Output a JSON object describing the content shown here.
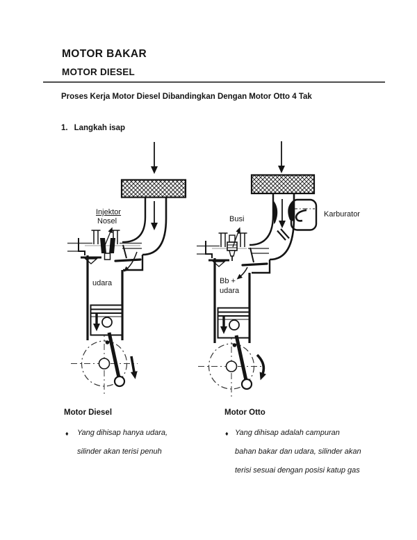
{
  "page": {
    "title": "MOTOR BAKAR",
    "subtitle": "MOTOR DIESEL",
    "heading": "Proses Kerja Motor Diesel Dibandingkan Dengan Motor Otto 4 Tak",
    "section": {
      "number": "1.",
      "title": "Langkah isap"
    }
  },
  "diagrams": {
    "diesel": {
      "injector_label_line1": "Injektor",
      "injector_label_line2": "Nosel",
      "cylinder_content": "udara"
    },
    "otto": {
      "spark_plug_label": "Busi",
      "carburetor_label": "Karburator",
      "cylinder_content_line1": "Bb +",
      "cylinder_content_line2": "udara"
    }
  },
  "comparison": {
    "diesel": {
      "title": "Motor Diesel",
      "bullet": "♦",
      "lines": [
        "Yang dihisap hanya udara,",
        "silinder akan terisi penuh"
      ]
    },
    "otto": {
      "title": "Motor Otto",
      "bullet": "♦",
      "lines": [
        "Yang dihisap adalah campuran",
        "bahan bakar dan udara, silinder akan",
        "terisi sesuai dengan posisi katup gas"
      ]
    }
  },
  "colors": {
    "ink": "#141414",
    "rule": "#4d4d4d",
    "paper": "#ffffff"
  }
}
